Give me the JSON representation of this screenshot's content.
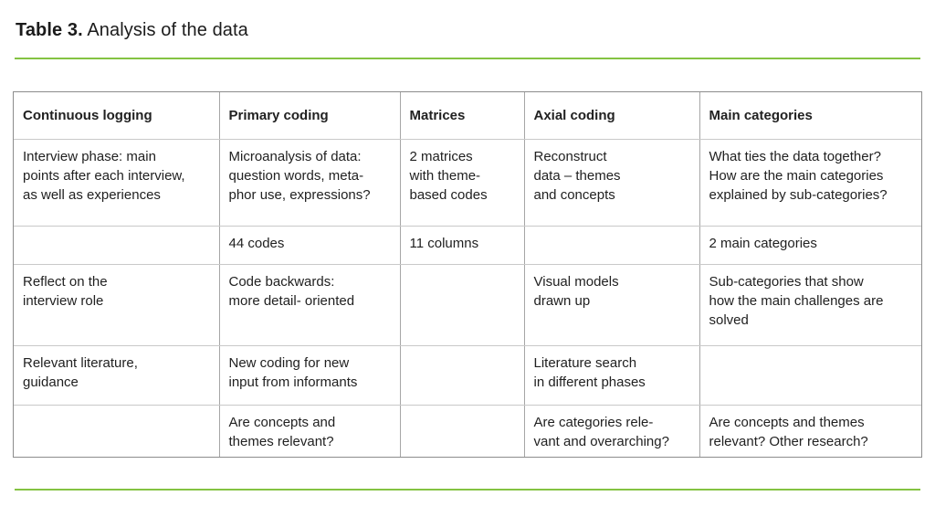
{
  "page": {
    "title_prefix": "Table 3.",
    "title_rest": "Analysis of the data"
  },
  "accent_color": "#84c342",
  "table": {
    "headers": [
      "Continuous logging",
      "Primary coding",
      "Matrices",
      "Axial coding",
      "Main categories"
    ],
    "rows": [
      [
        "Interview phase: main\npoints after each interview,\nas well as experiences",
        "Microanalysis of data:\nquestion words, meta-\nphor use, expressions?",
        "2 matrices\nwith theme-\nbased codes",
        "Reconstruct\ndata – themes\nand concepts",
        "What ties the data together?\nHow are the main categories\nexplained by sub-categories?"
      ],
      [
        "",
        "44 codes",
        "11 columns",
        "",
        "2 main categories"
      ],
      [
        "Reflect on the\ninterview role",
        "Code backwards:\nmore detail- oriented",
        "",
        "Visual models\ndrawn up",
        "Sub-categories that show\nhow the main challenges are\nsolved"
      ],
      [
        "Relevant literature,\nguidance",
        "New coding for new\ninput from informants",
        "",
        "Literature search\nin different phases",
        ""
      ],
      [
        "",
        "Are concepts and\nthemes relevant?",
        "",
        "Are categories rele-\nvant and overarching?",
        "Are concepts and themes\nrelevant? Other research?"
      ]
    ]
  }
}
